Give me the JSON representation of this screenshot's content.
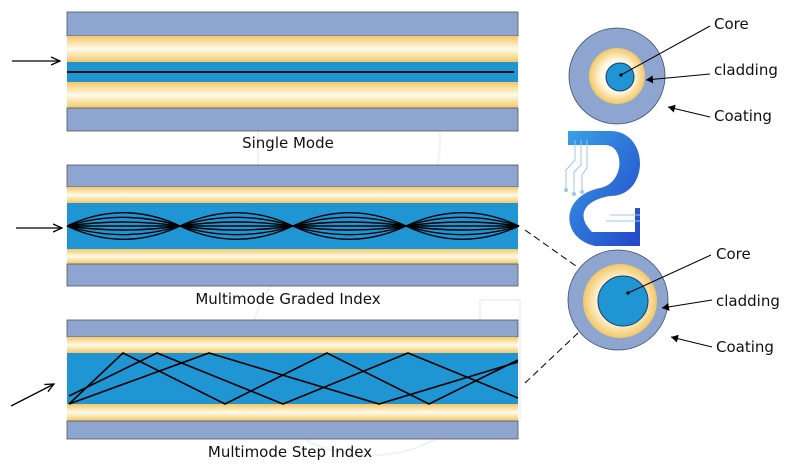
{
  "fibers": [
    {
      "caption": "Single Mode",
      "mode": "single"
    },
    {
      "caption": "Multimode Graded Index",
      "mode": "graded"
    },
    {
      "caption": "Multimode Step Index",
      "mode": "step"
    }
  ],
  "cross_sections": [
    {
      "labels": {
        "core": "Core",
        "cladding": "cladding",
        "coating": "Coating"
      }
    },
    {
      "labels": {
        "core": "Core",
        "cladding": "cladding",
        "coating": "Coating"
      }
    }
  ],
  "colors": {
    "coating": "#8ea5cf",
    "cladding_edge": "#f2c766",
    "cladding_center": "#fffbea",
    "core": "#1f96d3",
    "ray": "#000000",
    "logo_blue": "#2b5bd7"
  },
  "icons": [
    "input-arrow-icon",
    "brand-logo-icon"
  ]
}
